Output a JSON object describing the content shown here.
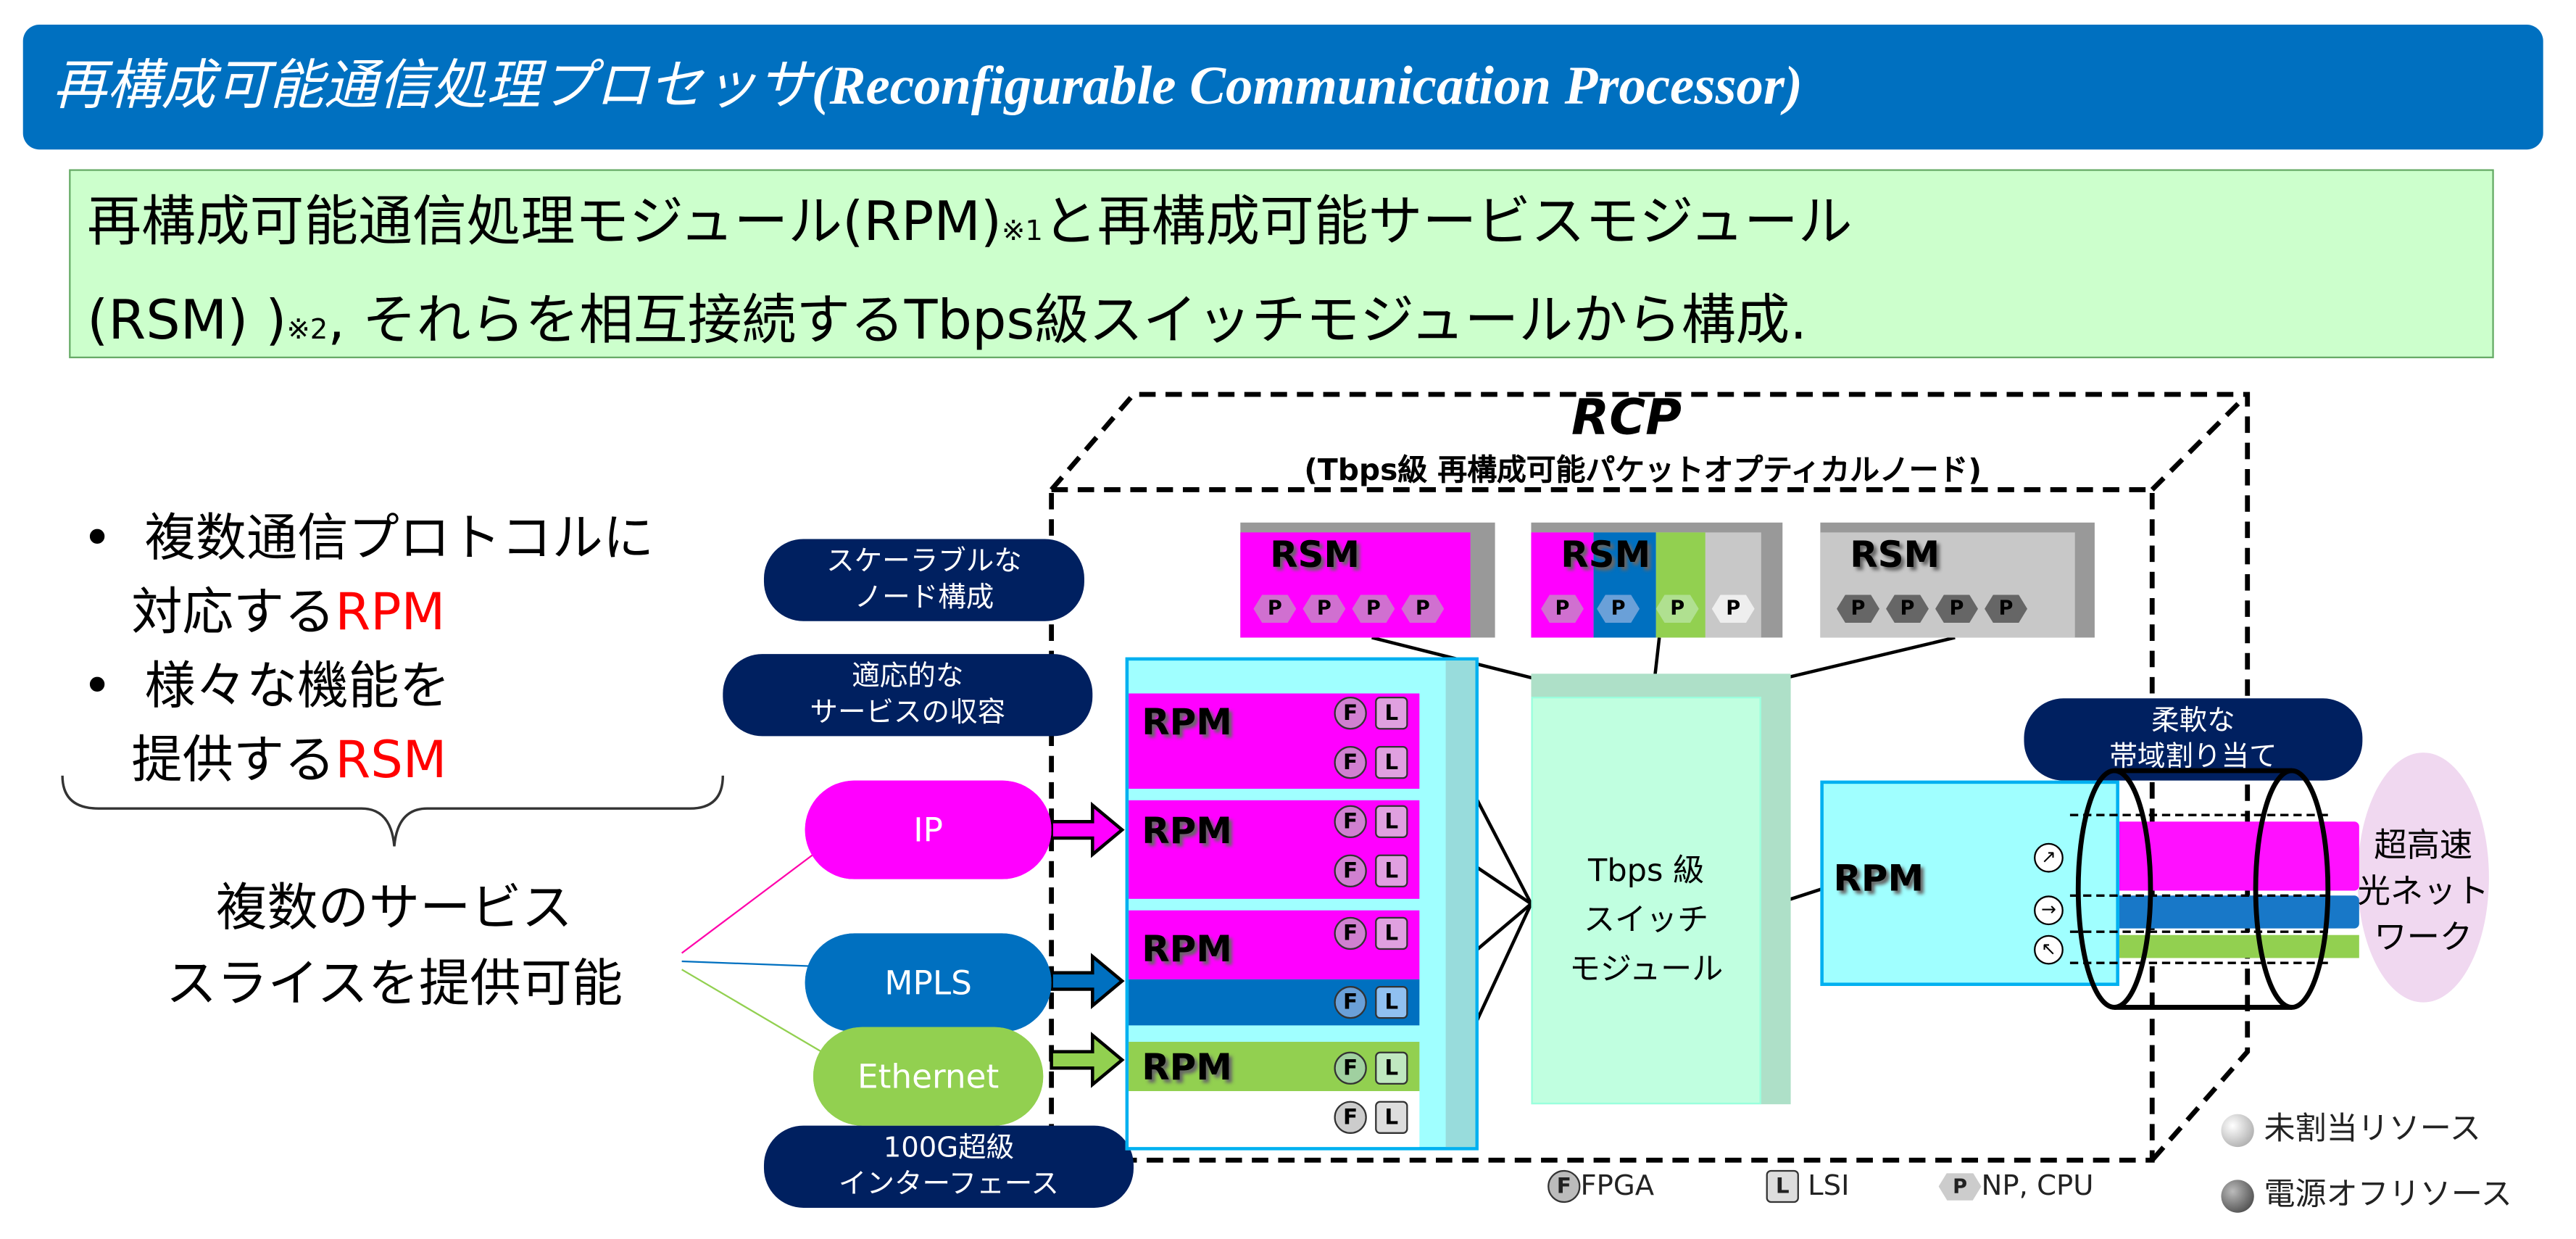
{
  "title": {
    "jp": "再構成可能通信処理プロセッサ",
    "en": "(Reconfigurable Communication Processor)"
  },
  "summary": {
    "line1_a": "再構成可能通信処理モジュール(RPM)",
    "note1": "※1",
    "line1_b": "と再構成可能サービスモジュール",
    "line2_a": "(RSM) )",
    "note2": "※2",
    "line2_b": ", それらを相互接続するTbps級スイッチモジュールから構成."
  },
  "bullets": [
    {
      "bullet": "•",
      "text": "複数通信プロトコルに",
      "line2_prefix": "対応する",
      "line2_accent": "RPM"
    },
    {
      "bullet": "•",
      "text": "様々な機能を",
      "line2_prefix": "提供する",
      "line2_accent": "RSM"
    }
  ],
  "slices": {
    "line1": "複数のサービス",
    "line2": "スライスを提供可能"
  },
  "rcp": {
    "title": "RCP",
    "subtitle": "(Tbps級 再構成可能パケットオプティカルノード)"
  },
  "pills": [
    {
      "line1": "スケーラブルな",
      "line2": "ノード構成"
    },
    {
      "line1": "適応的な",
      "line2": "サービスの収容"
    },
    {
      "line1": "100G超級",
      "line2": "インターフェース"
    },
    {
      "line1": "柔軟な",
      "line2": "帯域割り当て"
    }
  ],
  "rsm": {
    "label": "RSM",
    "chip": "P"
  },
  "rpm": {
    "label": "RPM",
    "fpga": "F",
    "lsi": "L"
  },
  "clouds": {
    "ip": "IP",
    "mpls": "MPLS",
    "ethernet": "Ethernet"
  },
  "switch": {
    "line1": "Tbps 級",
    "line2": "スイッチ",
    "line3": "モジュール"
  },
  "network": {
    "line1": "超高速",
    "line2": "光ネット",
    "line3": "ワーク"
  },
  "legend": {
    "fpga": "FPGA",
    "lsi": "LSI",
    "np": "NP, CPU",
    "unassigned": "未割当リソース",
    "power_off": "電源オフリソース"
  },
  "colors": {
    "title_bar": "#0070C0",
    "summary_bg": "#CCFFCC",
    "pill": "#002060",
    "magenta": "#FF00FF",
    "blue": "#0070C0",
    "green": "#92D050",
    "rpm_box": "#A0FFFF",
    "switch": "#C0FFE0",
    "accent_red": "#FF0000"
  }
}
